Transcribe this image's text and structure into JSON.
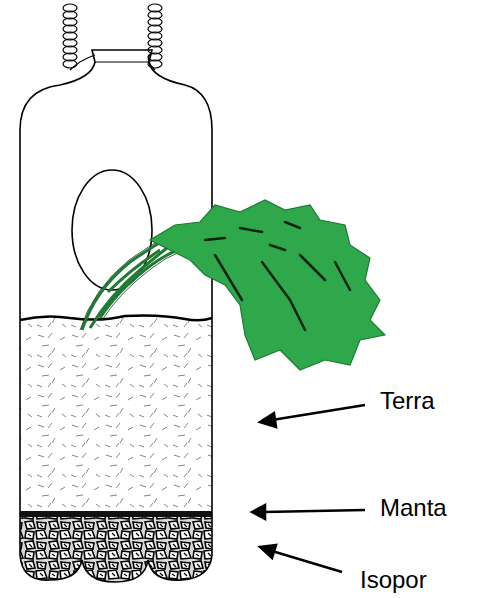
{
  "diagram": {
    "labels": [
      "Terra",
      "Manta",
      "Isopor"
    ]
  }
}
